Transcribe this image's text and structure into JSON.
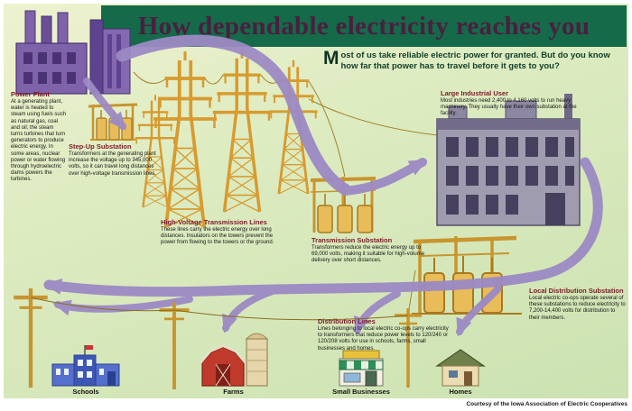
{
  "header": {
    "title": "How dependable electricity reaches you"
  },
  "intro": {
    "dropcap": "M",
    "text": "ost of us take reliable electric power for granted. But do you know how far that power has to travel before it gets to you?"
  },
  "callouts": [
    {
      "title": "Power Plant",
      "body": "At a generating plant, water is heated to steam using fuels such as natural gas, coal and oil; the steam turns turbines that turn generators to produce electric energy. In some areas, nuclear power or water flowing through hydroelectric dams powers the turbines."
    },
    {
      "title": "Step-Up Substation",
      "body": "Transformers at the generating plant increase the voltage up to 345,000 volts, so it can travel long distances over high-voltage transmission lines."
    },
    {
      "title": "High-Voltage Transmission Lines",
      "body": "These lines carry the electric energy over long distances. Insulators on the towers prevent the power from flowing to the towers or the ground."
    },
    {
      "title": "Transmission Substation",
      "body": "Transformers reduce the electric energy up to 69,000 volts, making it suitable for high-volume delivery over short distances."
    },
    {
      "title": "Large Industrial User",
      "body": "Most industries need 2,400 to 4,160 volts to run heavy machinery. They usually have their own substation at the facility."
    },
    {
      "title": "Local Distribution Substation",
      "body": "Local electric co-ops operate several of these substations to reduce electricity to 7,200-14,400 volts for distribution to their members."
    },
    {
      "title": "Distribution Lines",
      "body": "Lines belonging to local electric co-ops carry electricity to transformers that reduce power levels to 120/240 or 120/208 volts for use in schools, farms, small businesses and homes."
    }
  ],
  "destinations": [
    {
      "label": "Schools",
      "icon": "school-building-icon"
    },
    {
      "label": "Farms",
      "icon": "barn-silo-icon"
    },
    {
      "label": "Small Businesses",
      "icon": "storefront-icon"
    },
    {
      "label": "Homes",
      "icon": "house-icon"
    }
  ],
  "credit": "Courtesy of the Iowa Association of Electric Cooperatives",
  "colors": {
    "header_green": "#156a49",
    "title_plum": "#4a1f3f",
    "background_green": "#dcebc0",
    "callout_title_red": "#7d1b2a",
    "arrow_purple": "#9c8ac4",
    "tower_yellow": "#d79b2f",
    "plant_purple": "#7e62aa",
    "industrial_gray": "#a09cb0"
  }
}
